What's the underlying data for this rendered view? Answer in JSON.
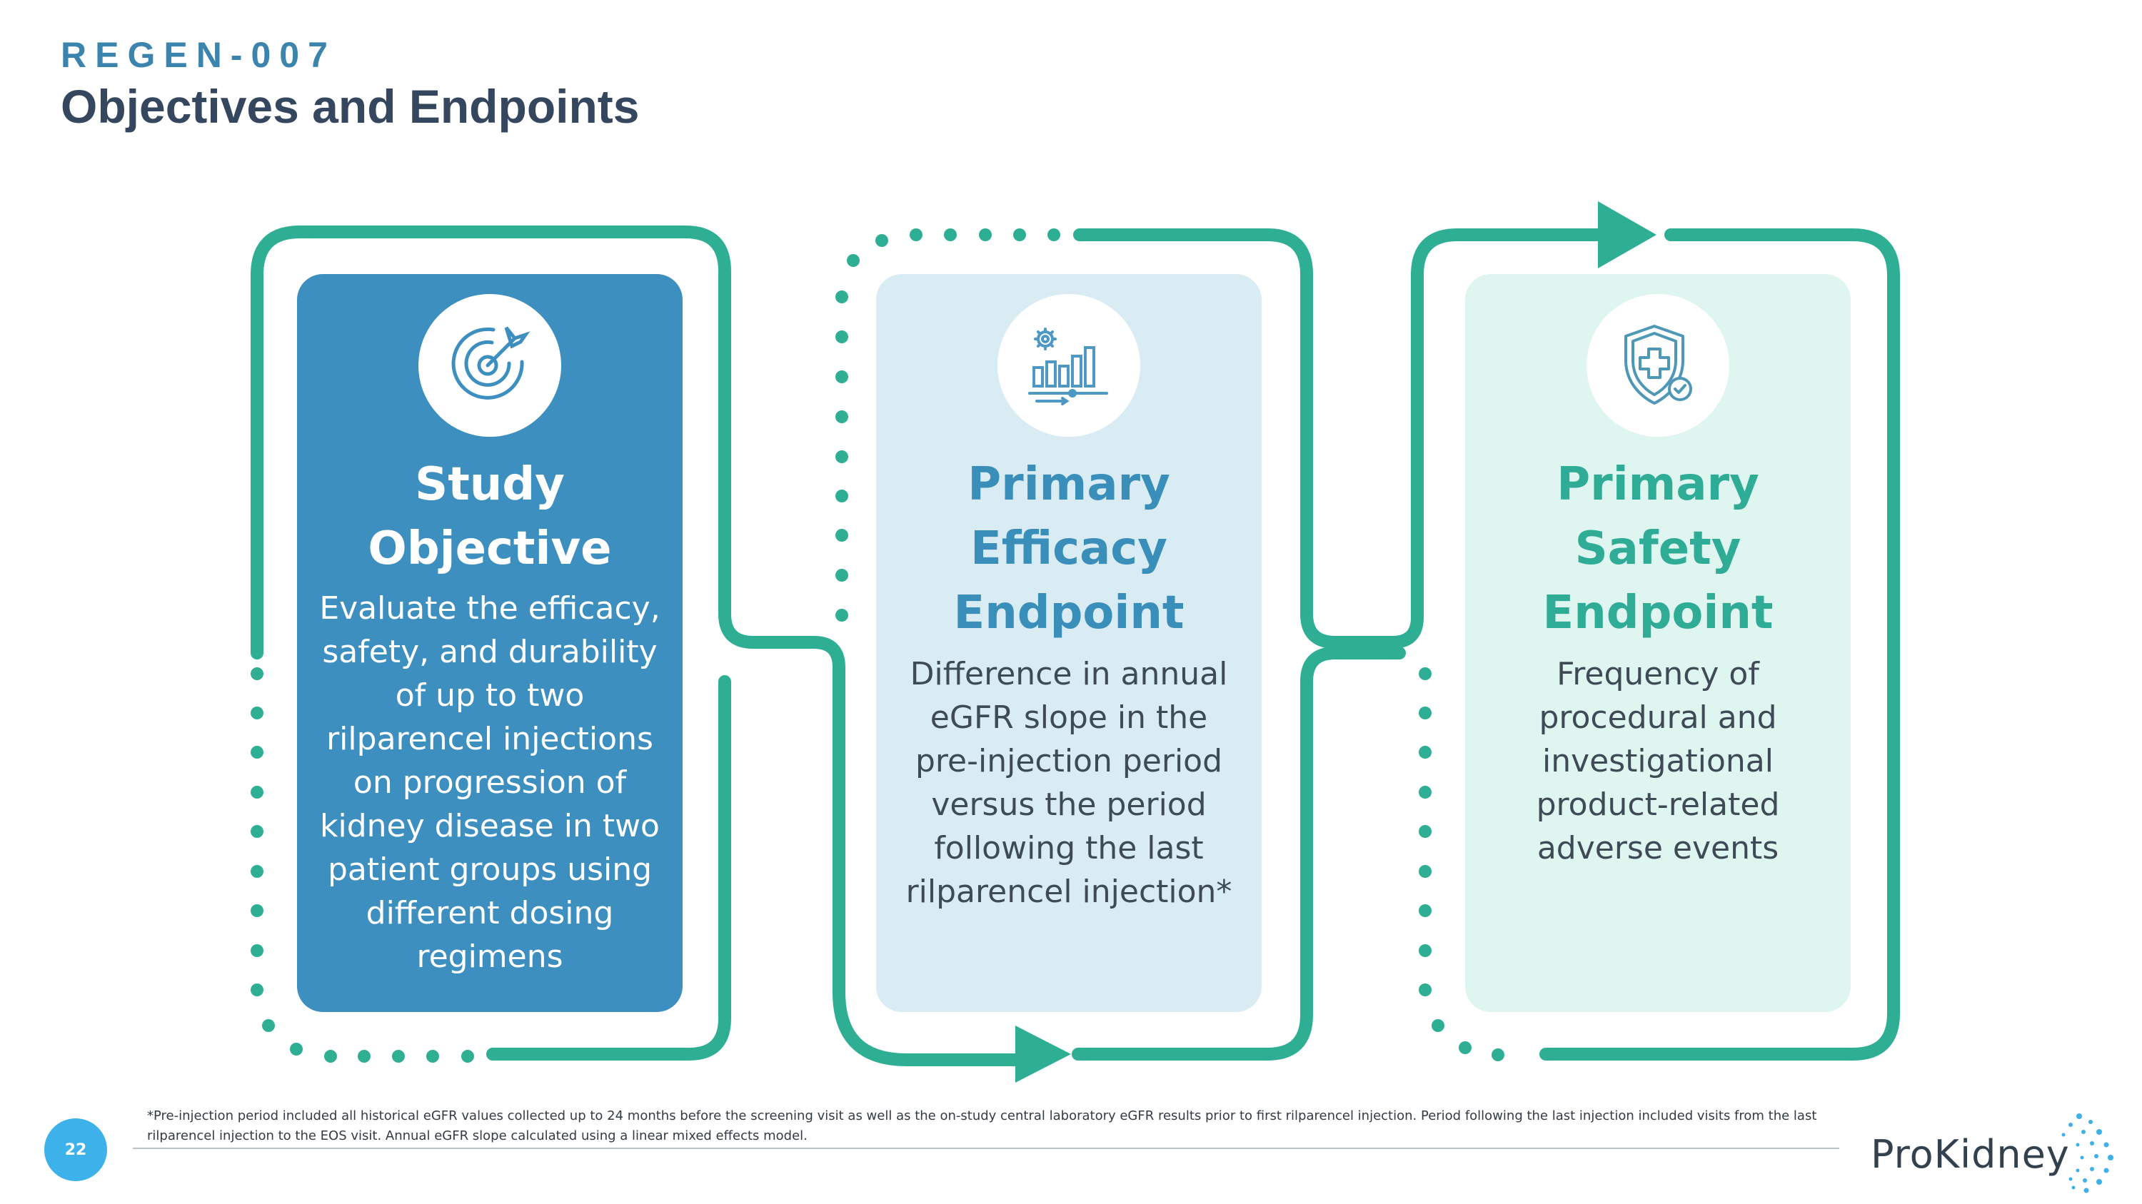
{
  "header": {
    "kicker": "REGEN-007",
    "title": "Objectives and Endpoints"
  },
  "colors": {
    "teal": "#2eaf94",
    "blue_card": "#3d8fbf",
    "light_blue_card": "#d9ebf3",
    "light_teal_card": "#def5f0",
    "title": "#35475f",
    "page_badge": "#3cb1ea"
  },
  "cards": [
    {
      "icon": "target-icon",
      "heading_line1": "Study",
      "heading_line2": "Objective",
      "body": "Evaluate the efficacy, safety, and durability of up to two rilparencel injections on progression of kidney disease in two patient groups using different dosing regimens"
    },
    {
      "icon": "bar-chart-gear-icon",
      "heading_line1": "Primary",
      "heading_line2": "Efficacy",
      "heading_line3": "Endpoint",
      "body": "Difference in annual eGFR slope in the pre-injection period versus the period following the last rilparencel injection*"
    },
    {
      "icon": "shield-cross-icon",
      "heading_line1": "Primary",
      "heading_line2": "Safety",
      "heading_line3": "Endpoint",
      "body": "Frequency of procedural and investigational product-related adverse events"
    }
  ],
  "footnote": "*Pre-injection period included all historical eGFR values collected up to 24 months before the screening visit as well as the on-study central laboratory eGFR results prior to first rilparencel injection. Period following the last injection included visits from the last rilparencel injection to the EOS visit. Annual eGFR slope calculated using a linear mixed effects model.",
  "footer": {
    "page_number": "22",
    "logo_text": "ProKidney"
  }
}
